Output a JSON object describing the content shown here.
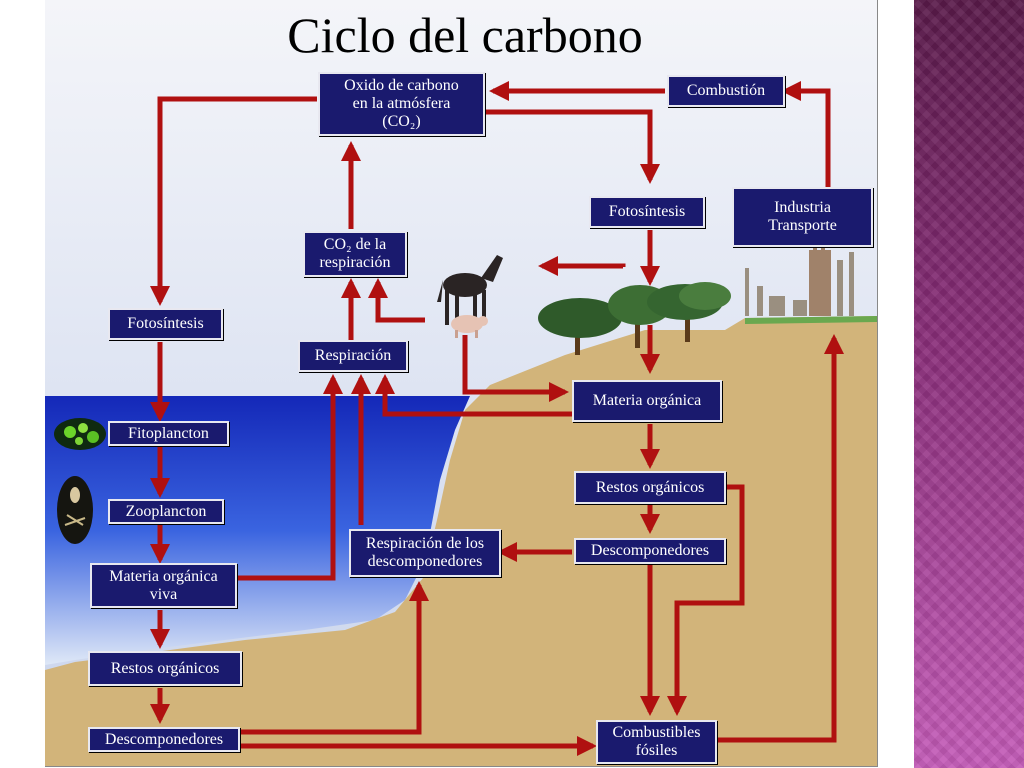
{
  "title": "Ciclo del carbono",
  "colors": {
    "box_fill": "#1a1a6e",
    "arrow": "#b01010",
    "sky": "#dde4f2",
    "ocean": "#1a3ad0",
    "land": "#d2b47a"
  },
  "nodes": {
    "co2_atmosphere": "Oxido de carbono\nen la atmósfera\n(CO₂)",
    "combustion": "Combustión",
    "industry_transport": "Industria\nTransporte",
    "photosynthesis_land": "Fotosíntesis",
    "co2_respiration": "CO₂ de la\nrespiración",
    "respiration": "Respiración",
    "photosynthesis_sea": "Fotosíntesis",
    "phytoplankton": "Fitoplancton",
    "zooplankton": "Zooplancton",
    "living_organic_matter": "Materia orgánica\nviva",
    "organic_remains_sea": "Restos orgánicos",
    "decomposers_sea": "Descomponedores",
    "decomposer_respiration": "Respiración de los\ndescomponedores",
    "organic_matter": "Materia orgánica",
    "organic_remains_land": "Restos orgánicos",
    "decomposers_land": "Descomponedores",
    "fossil_fuels": "Combustibles\nfósiles"
  },
  "icons": [
    "horse-icon",
    "pig-icon",
    "trees-icon",
    "factory-icon",
    "phytoplankton-icon",
    "zooplankton-icon"
  ]
}
